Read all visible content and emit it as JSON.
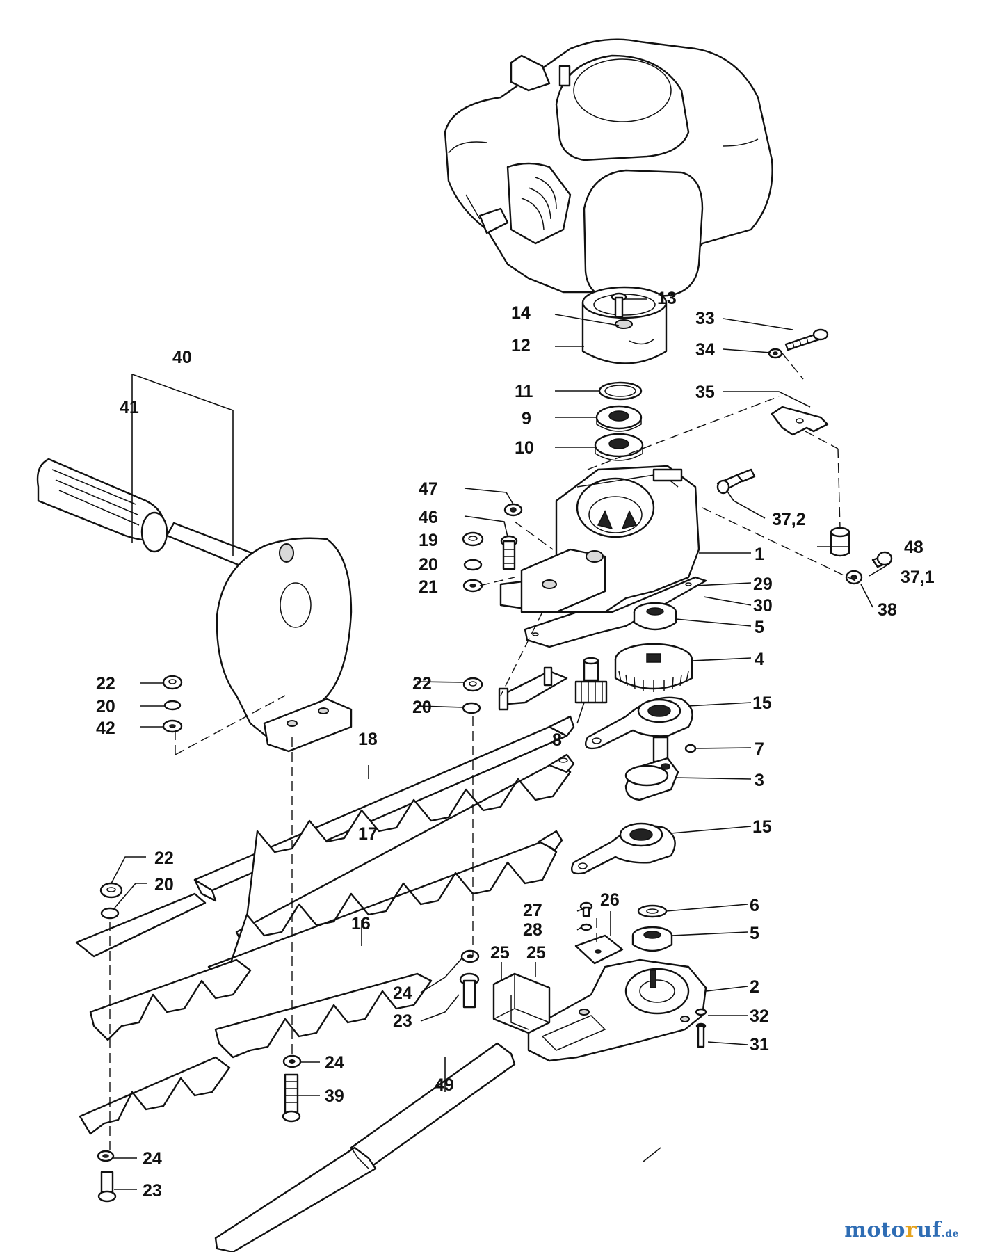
{
  "labels": [
    {
      "id": "13",
      "text": "13"
    },
    {
      "id": "14",
      "text": "14"
    },
    {
      "id": "12",
      "text": "12"
    },
    {
      "id": "33",
      "text": "33"
    },
    {
      "id": "34",
      "text": "34"
    },
    {
      "id": "35",
      "text": "35"
    },
    {
      "id": "40",
      "text": "40"
    },
    {
      "id": "41",
      "text": "41"
    },
    {
      "id": "11",
      "text": "11"
    },
    {
      "id": "9",
      "text": "9"
    },
    {
      "id": "10",
      "text": "10"
    },
    {
      "id": "47",
      "text": "47"
    },
    {
      "id": "46",
      "text": "46"
    },
    {
      "id": "19",
      "text": "19"
    },
    {
      "id": "20a",
      "text": "20"
    },
    {
      "id": "21",
      "text": "21"
    },
    {
      "id": "37_2",
      "text": "37,2"
    },
    {
      "id": "48",
      "text": "48"
    },
    {
      "id": "37_1",
      "text": "37,1"
    },
    {
      "id": "1",
      "text": "1"
    },
    {
      "id": "29",
      "text": "29"
    },
    {
      "id": "30",
      "text": "30"
    },
    {
      "id": "38",
      "text": "38"
    },
    {
      "id": "5a",
      "text": "5"
    },
    {
      "id": "4",
      "text": "4"
    },
    {
      "id": "22a",
      "text": "22"
    },
    {
      "id": "20b",
      "text": "20"
    },
    {
      "id": "42",
      "text": "42"
    },
    {
      "id": "22b",
      "text": "22"
    },
    {
      "id": "20c",
      "text": "20"
    },
    {
      "id": "8",
      "text": "8"
    },
    {
      "id": "15a",
      "text": "15"
    },
    {
      "id": "18",
      "text": "18"
    },
    {
      "id": "7",
      "text": "7"
    },
    {
      "id": "3",
      "text": "3"
    },
    {
      "id": "15b",
      "text": "15"
    },
    {
      "id": "17",
      "text": "17"
    },
    {
      "id": "22c",
      "text": "22"
    },
    {
      "id": "20d",
      "text": "20"
    },
    {
      "id": "27",
      "text": "27"
    },
    {
      "id": "26",
      "text": "26"
    },
    {
      "id": "6",
      "text": "6"
    },
    {
      "id": "28",
      "text": "28"
    },
    {
      "id": "5b",
      "text": "5"
    },
    {
      "id": "16",
      "text": "16"
    },
    {
      "id": "25a",
      "text": "25"
    },
    {
      "id": "25b",
      "text": "25"
    },
    {
      "id": "2",
      "text": "2"
    },
    {
      "id": "24a",
      "text": "24"
    },
    {
      "id": "32",
      "text": "32"
    },
    {
      "id": "23a",
      "text": "23"
    },
    {
      "id": "31",
      "text": "31"
    },
    {
      "id": "24b",
      "text": "24"
    },
    {
      "id": "39",
      "text": "39"
    },
    {
      "id": "49",
      "text": "49"
    },
    {
      "id": "24c",
      "text": "24"
    },
    {
      "id": "23b",
      "text": "23"
    }
  ],
  "watermark": {
    "prefix": "moto",
    "highlight": "r",
    "suffix": "uf",
    "domain": ".de"
  }
}
